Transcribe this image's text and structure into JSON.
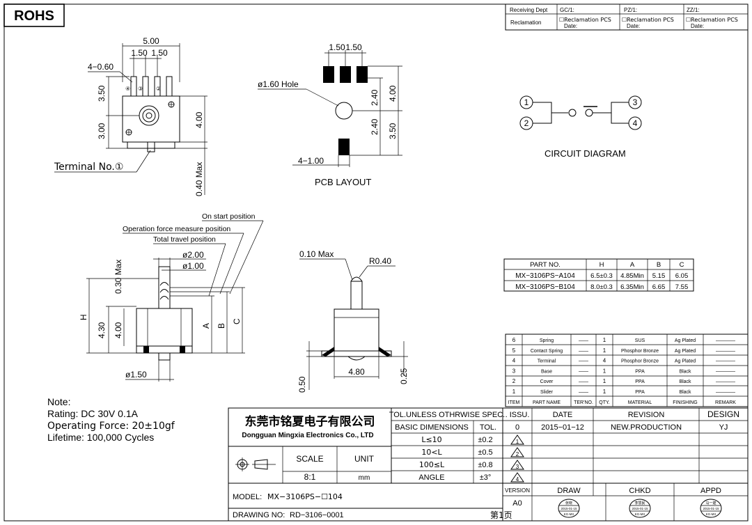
{
  "rohs": "ROHS",
  "receiving": {
    "dept": "Receiving Dept",
    "reclamation": "Reclamation",
    "gc": "GC/1:",
    "pz": "PZ/1:",
    "zz": "ZZ/1:",
    "recl_pcs": "☐Reclamation  PCS",
    "date": "Date:"
  },
  "front_view": {
    "w_total": "5.00",
    "pitch_a": "1.50",
    "pitch_b": "1.50",
    "hole_dim": "4−0.60",
    "h_upper": "3.50",
    "h_lower": "3.00",
    "h_body": "4.00",
    "max_dim": "0.40 Max",
    "terminal_label": "Terminal  No.①",
    "pin_labels": [
      "④",
      "③",
      "②"
    ]
  },
  "pcb": {
    "pitch_a": "1.50",
    "pitch_b": "1.50",
    "hole": "ø1.60 Hole",
    "d1": "2.40",
    "d2": "2.40",
    "d3": "4.00",
    "d4": "3.50",
    "pad_w": "4−1.00",
    "title": "PCB  LAYOUT"
  },
  "circuit": {
    "title": "CIRCUIT  DIAGRAM",
    "pins": [
      "1",
      "2",
      "3",
      "4"
    ]
  },
  "side_view": {
    "on_start": "On  start  position",
    "op_force": "Operation  force  measure  position",
    "travel": "Total  travel  position",
    "d_outer": "ø2.00",
    "d_inner": "ø1.00",
    "max": "0.30 Max",
    "h_a": "4.30",
    "h_b": "4.00",
    "label_h": "H",
    "label_a": "A",
    "label_b": "B",
    "label_c": "C",
    "d_pin": "ø1.50"
  },
  "side_view2": {
    "max": "0.10 Max",
    "radius": "R0.40",
    "width": "4.80",
    "d_left": "0.50",
    "d_right": "0.25"
  },
  "part_table": {
    "headers": [
      "PART  NO.",
      "H",
      "A",
      "B",
      "C"
    ],
    "rows": [
      [
        "MX−3106PS−A104",
        "6.5±0.3",
        "4.85Min",
        "5.15",
        "6.05"
      ],
      [
        "MX−3106PS−B104",
        "8.0±0.3",
        "6.35Min",
        "6.65",
        "7.55"
      ]
    ]
  },
  "bom": {
    "rows": [
      [
        "6",
        "Spring",
        "——",
        "1",
        "SUS",
        "Ag Plated",
        "————"
      ],
      [
        "5",
        "Contact Spring",
        "——",
        "1",
        "Phosphor Bronze",
        "Ag Plated",
        "————"
      ],
      [
        "4",
        "Terminal",
        "——",
        "4",
        "Phosphor Bronze",
        "Ag Plated",
        "————"
      ],
      [
        "3",
        "Base",
        "——",
        "1",
        "PPA",
        "Black",
        "————"
      ],
      [
        "2",
        "Cover",
        "——",
        "1",
        "PPA",
        "Black",
        "————"
      ],
      [
        "1",
        "Slider",
        "——",
        "1",
        "PPA",
        "Black",
        "————"
      ]
    ],
    "headers": [
      "ITEM",
      "PART NAME",
      "TER'NO.",
      "QTY.",
      "MATERIAL",
      "FINISHING",
      "REMARK"
    ]
  },
  "notes": {
    "title": "Note:",
    "rating": "Rating:  DC  30V  0.1A",
    "force": "Operating  Force:  20±10gf",
    "life": "Lifetime:  100,000  Cycles"
  },
  "title_block": {
    "company_cn": "东莞市铭夏电子有限公司",
    "company_en": "Dongguan Mingxia Electronics Co., LTD",
    "tol_title": "TOL.UNLESS OTHRWISE SPEC.",
    "basic_dim": "BASIC  DIMENSIONS",
    "tol": "TOL.",
    "tol_rows": [
      [
        "L≤10",
        "±0.2"
      ],
      [
        "10<L",
        "±0.5"
      ],
      [
        "100≤L",
        "±0.8"
      ],
      [
        "ANGLE",
        "±3°"
      ]
    ],
    "scale_label": "SCALE",
    "unit_label": "UNIT",
    "scale": "8:1",
    "unit": "mm",
    "issu": ". ISSU.",
    "date": "DATE",
    "revision": "REVISION",
    "design": "DESIGN",
    "issue_no": "0",
    "issue_date": "2015−01−12",
    "issue_rev": "NEW.PRODUCTION",
    "designer": "YJ",
    "rev_marks": [
      "1",
      "2",
      "3",
      "4"
    ],
    "version_label": "VERSION",
    "version": "A0",
    "draw": "DRAW",
    "chkd": "CHKD",
    "appd": "APPD",
    "stamp_names": [
      "张晓",
      "李慧民",
      "马一建"
    ],
    "stamp_date": "2015-01-15",
    "stamp_org": "KG-MX",
    "model_label": "MODEL:",
    "model": "MX−3106PS−☐104",
    "drawing_label": "DRAWING  NO:",
    "drawing_no": "RD−3106−0001",
    "page": "第1页"
  }
}
